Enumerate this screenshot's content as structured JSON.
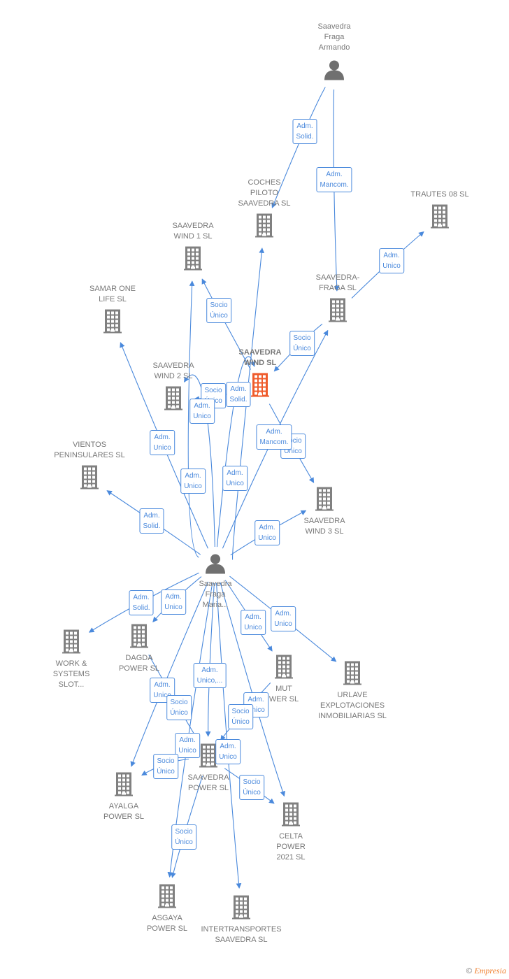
{
  "colors": {
    "edge": "#4a89dc",
    "company": "#808080",
    "highlight": "#ef5b2b",
    "person": "#707070"
  },
  "nodes": [
    {
      "id": "armando",
      "type": "person",
      "label": "Saavedra\nFraga\nArmando"
    },
    {
      "id": "maria",
      "type": "person",
      "label": "Saavedra\nFraga\nMaria..."
    },
    {
      "id": "coches",
      "type": "company",
      "label": "COCHES\nPILOTO\nSAAVEDRA SL"
    },
    {
      "id": "trautes",
      "type": "company",
      "label": "TRAUTES 08 SL"
    },
    {
      "id": "wind1",
      "type": "company",
      "label": "SAAVEDRA\nWIND 1  SL"
    },
    {
      "id": "samar",
      "type": "company",
      "label": "SAMAR ONE\nLIFE  SL"
    },
    {
      "id": "fraga",
      "type": "company",
      "label": "SAAVEDRA-\nFRAGA SL"
    },
    {
      "id": "wind",
      "type": "company",
      "label": "SAAVEDRA\nWIND  SL",
      "main": true
    },
    {
      "id": "wind2",
      "type": "company",
      "label": "SAAVEDRA\nWIND 2  SL"
    },
    {
      "id": "vientos",
      "type": "company",
      "label": "VIENTOS\nPENINSULARES SL"
    },
    {
      "id": "wind3",
      "type": "company",
      "label": "SAAVEDRA\nWIND 3  SL"
    },
    {
      "id": "work",
      "type": "company",
      "label": "WORK &\nSYSTEMS\nSLOT..."
    },
    {
      "id": "dagda",
      "type": "company",
      "label": "DAGDA\nPOWER  SL"
    },
    {
      "id": "mut",
      "type": "company",
      "label": "MUT\nWER  SL"
    },
    {
      "id": "urlave",
      "type": "company",
      "label": "URLAVE\nEXPLOTACIONES\nINMOBILIARIAS SL"
    },
    {
      "id": "power",
      "type": "company",
      "label": "SAAVEDRA\nPOWER  SL"
    },
    {
      "id": "ayalga",
      "type": "company",
      "label": "AYALGA\nPOWER  SL"
    },
    {
      "id": "celta",
      "type": "company",
      "label": "CELTA\nPOWER\n2021  SL"
    },
    {
      "id": "asgaya",
      "type": "company",
      "label": "ASGAYA\nPOWER  SL"
    },
    {
      "id": "inter",
      "type": "company",
      "label": "INTERTRANSPORTES\nSAAVEDRA SL"
    }
  ],
  "edges": [
    {
      "from": "armando",
      "to": "coches",
      "label": "Adm.\nSolid."
    },
    {
      "from": "armando",
      "to": "fraga",
      "label": "Adm.\nMancom."
    },
    {
      "from": "fraga",
      "to": "trautes",
      "label": "Adm.\nUnico"
    },
    {
      "from": "wind",
      "to": "wind1",
      "label": "Socio\nÚnico"
    },
    {
      "from": "fraga",
      "to": "wind",
      "label": "Socio\nÚnico"
    },
    {
      "from": "wind",
      "to": "wind2",
      "label": "Socio\nÚnico"
    },
    {
      "from": "maria",
      "to": "wind2",
      "label": "Adm.\nUnico"
    },
    {
      "from": "maria",
      "to": "wind",
      "label": "Adm.\nSolid."
    },
    {
      "from": "wind",
      "to": "wind3",
      "label": "Socio\nÚnico"
    },
    {
      "from": "maria",
      "to": "fraga",
      "label": "Adm.\nMancom."
    },
    {
      "from": "maria",
      "to": "samar",
      "label": "Adm.\nUnico"
    },
    {
      "from": "maria",
      "to": "wind1",
      "label": "Adm.\nUnico"
    },
    {
      "from": "maria",
      "to": "coches",
      "label": "Adm.\nUnico"
    },
    {
      "from": "maria",
      "to": "vientos",
      "label": "Adm.\nSolid."
    },
    {
      "from": "maria",
      "to": "wind3",
      "label": "Adm.\nUnico"
    },
    {
      "from": "maria",
      "to": "work",
      "label": "Adm.\nSolid."
    },
    {
      "from": "maria",
      "to": "dagda",
      "label": "Adm.\nUnico"
    },
    {
      "from": "maria",
      "to": "mut",
      "label": "Adm.\nUnico"
    },
    {
      "from": "maria",
      "to": "urlave",
      "label": "Adm.\nUnico"
    },
    {
      "from": "maria",
      "to": "power",
      "label": "Adm.\nUnico,..."
    },
    {
      "from": "maria",
      "to": "ayalga",
      "label": "Adm.\nUnico"
    },
    {
      "from": "dagda",
      "to": "power",
      "label": "Socio\nÚnico"
    },
    {
      "from": "maria",
      "to": "celta",
      "label": "Adm.\nUnico"
    },
    {
      "from": "mut",
      "to": "power",
      "label": "Socio\nÚnico"
    },
    {
      "from": "maria",
      "to": "asgaya",
      "label": "Adm.\nUnico"
    },
    {
      "from": "power",
      "to": "ayalga",
      "label": "Socio\nÚnico"
    },
    {
      "from": "maria",
      "to": "inter",
      "label": "Adm.\nUnico"
    },
    {
      "from": "power",
      "to": "celta",
      "label": "Socio\nÚnico"
    },
    {
      "from": "power",
      "to": "asgaya",
      "label": "Socio\nÚnico"
    }
  ],
  "footer": {
    "copyright": "©",
    "brand": "Empresia"
  }
}
